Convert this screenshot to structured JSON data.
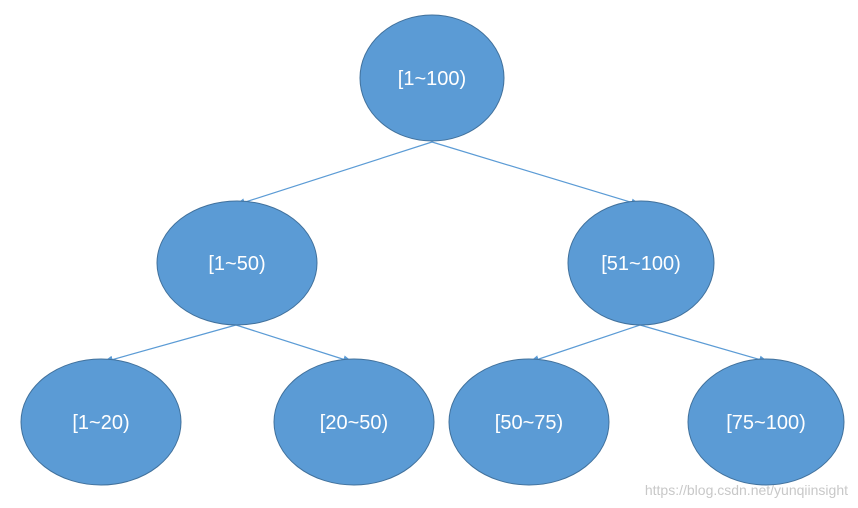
{
  "colors": {
    "node_fill": "#5b9bd5",
    "node_stroke": "#41719c",
    "edge": "#5b9bd5",
    "label": "#ffffff",
    "watermark": "#c8c8c8"
  },
  "nodes": {
    "root": {
      "label": "[1~100)"
    },
    "left": {
      "label": "[1~50)"
    },
    "right": {
      "label": "[51~100)"
    },
    "left_left": {
      "label": "[1~20)"
    },
    "left_right": {
      "label": "[20~50)"
    },
    "right_left": {
      "label": "[50~75)"
    },
    "right_right": {
      "label": "[75~100)"
    }
  },
  "edges": [
    {
      "from": "root",
      "to": "left"
    },
    {
      "from": "root",
      "to": "right"
    },
    {
      "from": "left",
      "to": "left_left"
    },
    {
      "from": "left",
      "to": "left_right"
    },
    {
      "from": "right",
      "to": "right_left"
    },
    {
      "from": "right",
      "to": "right_right"
    }
  ],
  "watermark": "https://blog.csdn.net/yunqiinsight"
}
